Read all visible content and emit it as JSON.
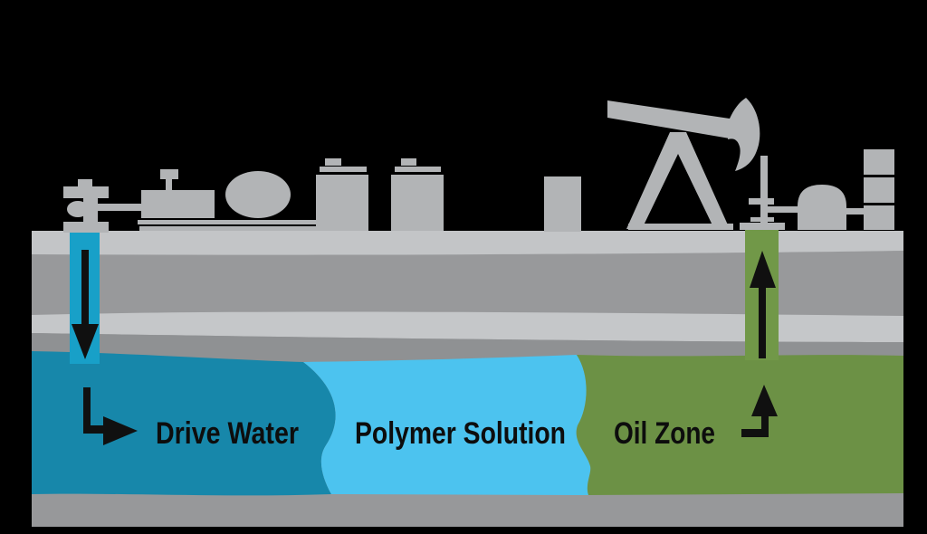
{
  "labels": {
    "drive_water": "Drive Water",
    "polymer_solution": "Polymer Solution",
    "oil_zone": "Oil Zone"
  },
  "colors": {
    "background": "#000000",
    "equipment": "#b2b4b6",
    "surface_layer": "#c3c5c7",
    "rock_upper": "#98999b",
    "rock_stripe": "#c5c7c9",
    "rock_lower": "#8f9193",
    "bedrock": "#97989a",
    "drive_water": "#1787aa",
    "injection_pipe": "#18a0c8",
    "polymer_solution": "#4cc3ef",
    "oil_zone": "#6c9145",
    "production_pipe": "#719848",
    "arrow": "#101010",
    "label_text": "#0d0d0d"
  },
  "equipment_icons": [
    "injection-wellhead-icon",
    "injection-pump-icon",
    "mixing-tank-icon",
    "storage-tank-icon",
    "storage-tank-icon",
    "utility-box-icon",
    "pumpjack-icon",
    "production-wellhead-icon",
    "separator-tank-icon",
    "stacked-tanks-icon"
  ]
}
